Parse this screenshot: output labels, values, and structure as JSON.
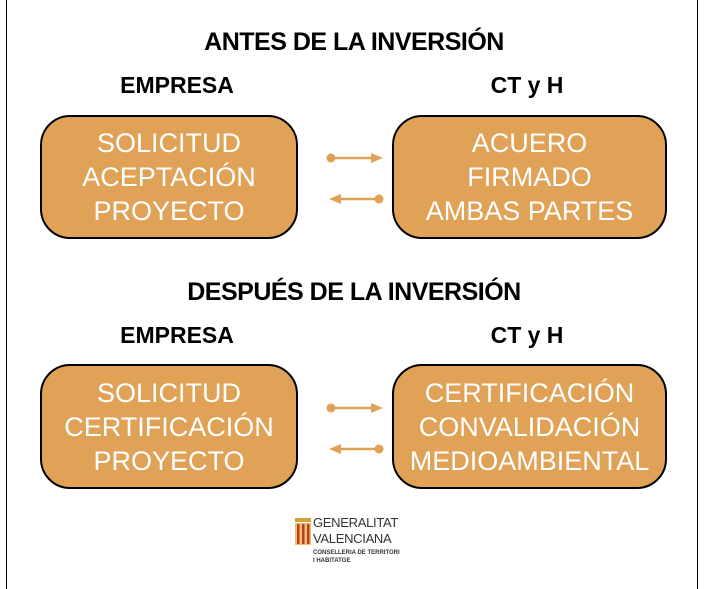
{
  "section1": {
    "title": "ANTES DE LA INVERSIÓN",
    "left_label": "EMPRESA",
    "right_label": "CT y H",
    "left_box": [
      "SOLICITUD",
      "ACEPTACIÓN",
      "PROYECTO"
    ],
    "right_box": [
      "ACUERO",
      "FIRMADO",
      "AMBAS PARTES"
    ]
  },
  "section2": {
    "title": "DESPUÉS DE LA INVERSIÓN",
    "left_label": "EMPRESA",
    "right_label": "CT y H",
    "left_box": [
      "SOLICITUD",
      "CERTIFICACIÓN",
      "PROYECTO"
    ],
    "right_box": [
      "CERTIFICACIÓN",
      "CONVALIDACIÓN",
      "MEDIOAMBIENTAL"
    ]
  },
  "logo": {
    "line1": "GENERALITAT",
    "line2": "VALENCIANA",
    "line3": "CONSELLERIA DE TERRITORI",
    "line4": "I HABITATGE"
  },
  "colors": {
    "box_fill": "#dfa257",
    "arrow": "#dfa257",
    "box_text": "#ffffff"
  }
}
